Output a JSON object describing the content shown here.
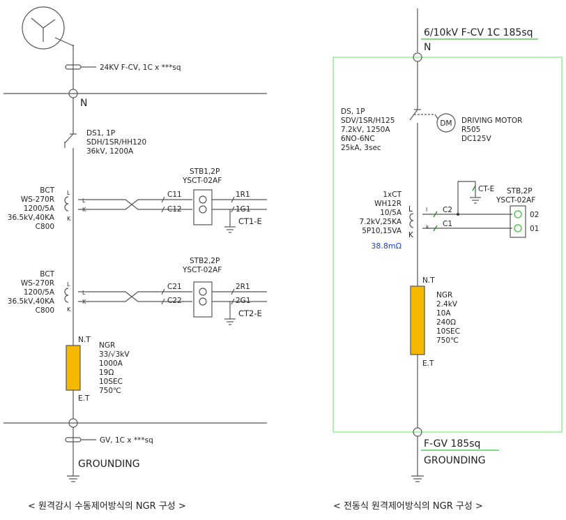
{
  "colors": {
    "line": "#555555",
    "ngr_fill": "#f5b800",
    "frame": "#7ee87e",
    "underline": "#3ec23e",
    "resistance_text": "#1a3fd6",
    "ct_tick": "#2a8a2a",
    "stb_circle_green": "#3ec23e"
  },
  "left": {
    "generator_icon": "generator-star-icon",
    "cable_top": "24KV F-CV, 1C x ***sq",
    "bus_label": "N",
    "ds": [
      "DS1, 1P",
      "SDH/1SR/HH120",
      "36kV, 1200A"
    ],
    "bct1": [
      "BCT",
      "WS-270R",
      "1200/5A",
      "36.5kV,40KA",
      "C800"
    ],
    "bct1_pins": {
      "L": "L",
      "K": "K",
      "l": "L",
      "k": "K"
    },
    "stb1": [
      "STB1,2P",
      "YSCT-02AF"
    ],
    "c11": "C11",
    "c12": "C12",
    "r1": "1R1",
    "g1": "1G1",
    "ct1e": "CT1-E",
    "bct2": [
      "BCT",
      "WS-270R",
      "1200/5A",
      "36.5kV,40KA",
      "C800"
    ],
    "bct2_pins": {
      "L": "L",
      "K": "K",
      "l": "L",
      "k": "K"
    },
    "stb2": [
      "STB2,2P",
      "YSCT-02AF"
    ],
    "c21": "C21",
    "c22": "C22",
    "r2": "2R1",
    "g2": "2G1",
    "ct2e": "CT2-E",
    "nt": "N.T",
    "et": "E.T",
    "ngr": [
      "NGR",
      "33/√3kV",
      "1000A",
      "19Ω",
      "10SEC",
      "750℃"
    ],
    "cable_bottom": "GV, 1C x ***sq",
    "grounding": "GROUNDING",
    "caption": "< 원격감시 수동제어방식의 NGR 구성 >"
  },
  "right": {
    "cable_top": "6/10kV F-CV 1C 185sq",
    "bus_label": "N",
    "ds": [
      "DS, 1P",
      "SDV/1SR/H125",
      "7.2kV, 1250A",
      "6NO-6NC",
      "25kA, 3sec"
    ],
    "motor_icon_label": "DM",
    "motor": [
      "DRIVING MOTOR",
      "R505",
      "DC125V"
    ],
    "ct": [
      "1xCT",
      "WH12R",
      "10/5A",
      "7.2kV,25KA",
      "5P10,15VA"
    ],
    "ct_pins": {
      "L": "L",
      "K": "K",
      "l": "l",
      "k": "k"
    },
    "resistance": "38.8mΩ",
    "cte": "CT-E",
    "stb": [
      "STB,2P",
      "YSCT-02AF"
    ],
    "c2": "C2",
    "c1": "C1",
    "o2": "02",
    "o1": "01",
    "nt": "N.T",
    "et": "E.T",
    "ngr": [
      "NGR",
      "2.4kV",
      "10A",
      "240Ω",
      "10SEC",
      "750℃"
    ],
    "cable_bottom": "F-GV 185sq",
    "grounding": "GROUNDING",
    "caption": "< 전동식 원격제어방식의 NGR 구성 >"
  }
}
